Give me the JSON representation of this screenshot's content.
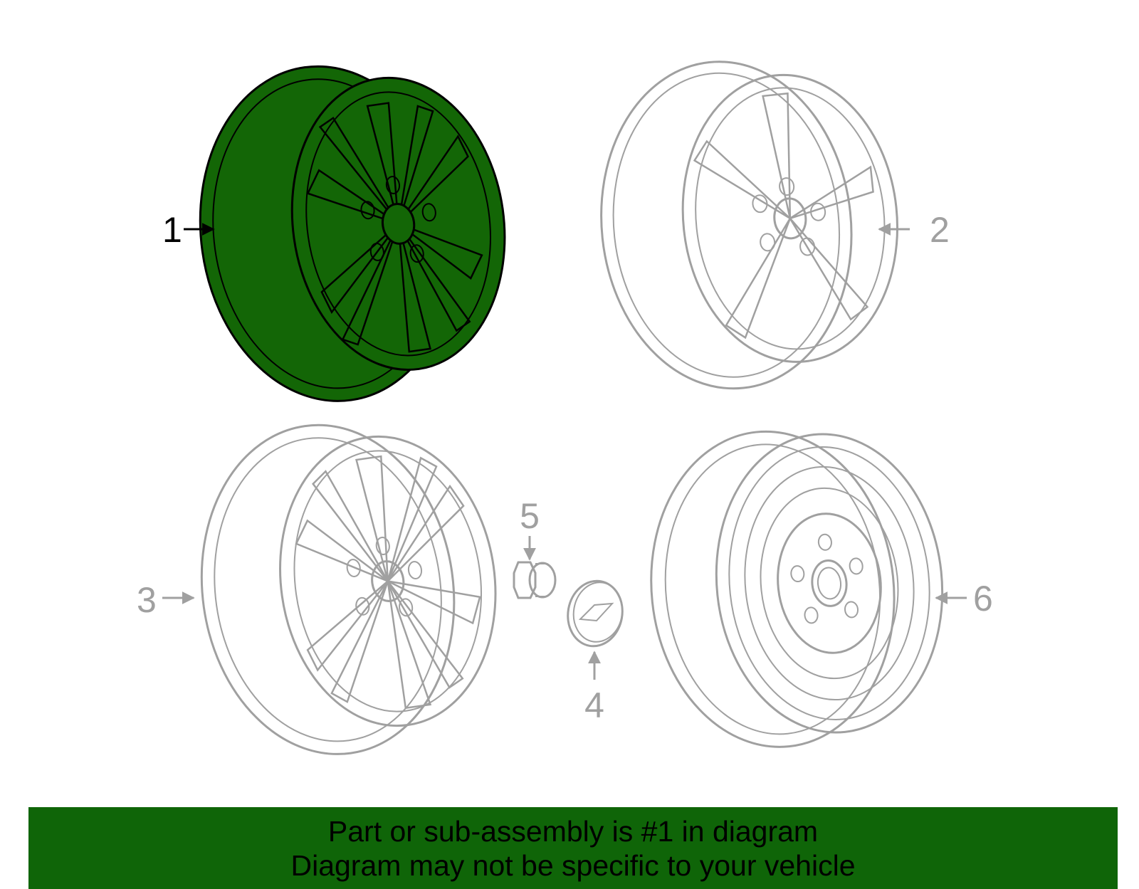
{
  "colors": {
    "highlight_fill": "#136606",
    "highlight_stroke": "#000000",
    "inactive_stroke": "#a0a0a0",
    "footer_bg": "#0f6508"
  },
  "callouts": [
    {
      "id": "1",
      "label": "1",
      "highlighted": true
    },
    {
      "id": "2",
      "label": "2",
      "highlighted": false
    },
    {
      "id": "3",
      "label": "3",
      "highlighted": false
    },
    {
      "id": "4",
      "label": "4",
      "highlighted": false
    },
    {
      "id": "5",
      "label": "5",
      "highlighted": false
    },
    {
      "id": "6",
      "label": "6",
      "highlighted": false
    }
  ],
  "footer": {
    "line1": "Part or sub-assembly is #1 in diagram",
    "line2": "Diagram may not be specific to your vehicle"
  }
}
